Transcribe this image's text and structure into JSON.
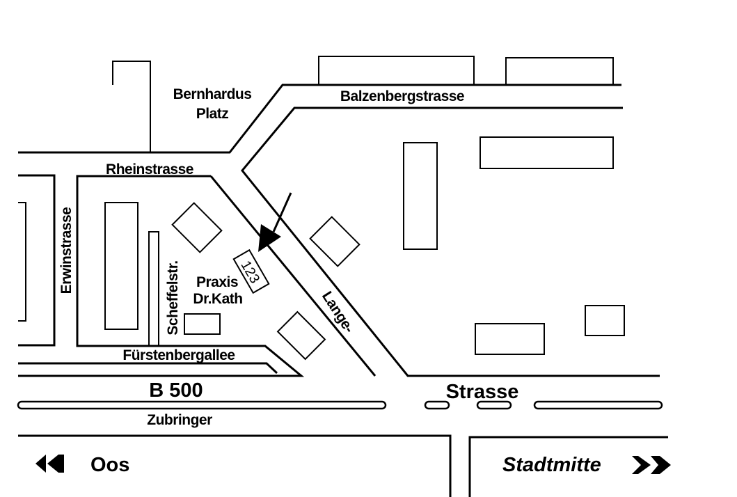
{
  "map": {
    "streets": {
      "bernhardus_platz_line1": "Bernhardus",
      "bernhardus_platz_line2": "Platz",
      "balzenbergstrasse": "Balzenbergstrasse",
      "rheinstrasse": "Rheinstrasse",
      "erwinstrasse": "Erwinstrasse",
      "scheffelstr": "Scheffelstr.",
      "fuerstenbergallee": "Fürstenbergallee",
      "b500": "B 500",
      "zubringer": "Zubringer",
      "lange": "Lange-",
      "strasse": "Strasse"
    },
    "practice": {
      "house_number": "123",
      "name_line1": "Praxis",
      "name_line2": "Dr.Kath"
    },
    "directions": {
      "left": "Oos",
      "right": "Stadtmitte"
    },
    "colors": {
      "ink": "#000000",
      "paper": "#ffffff"
    },
    "icons": {
      "left_arrow": "double-left-arrow-icon",
      "right_arrow": "double-right-arrow-icon",
      "pointer": "location-arrow-icon"
    }
  }
}
